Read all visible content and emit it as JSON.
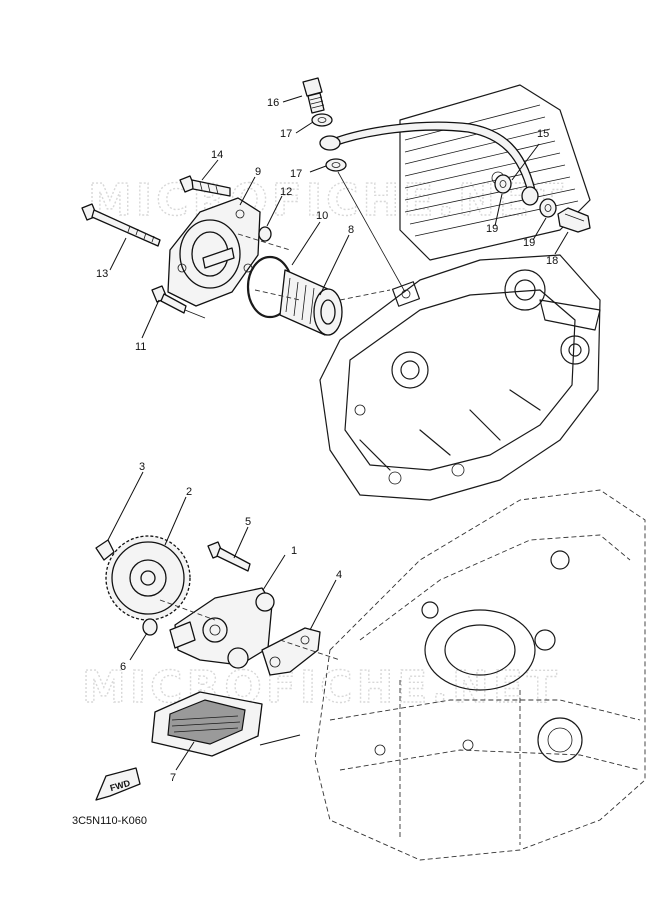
{
  "diagram": {
    "watermark": "MICROFICHE.NET",
    "drawing_code": "3C5N110-K060",
    "fwd_label": "FWD",
    "callouts": [
      {
        "id": "c1",
        "text": "1"
      },
      {
        "id": "c2",
        "text": "2"
      },
      {
        "id": "c3",
        "text": "3"
      },
      {
        "id": "c4",
        "text": "4"
      },
      {
        "id": "c5",
        "text": "5"
      },
      {
        "id": "c6",
        "text": "6"
      },
      {
        "id": "c7",
        "text": "7"
      },
      {
        "id": "c8",
        "text": "8"
      },
      {
        "id": "c9",
        "text": "9"
      },
      {
        "id": "c10",
        "text": "10"
      },
      {
        "id": "c11",
        "text": "11"
      },
      {
        "id": "c12",
        "text": "12"
      },
      {
        "id": "c13",
        "text": "13"
      },
      {
        "id": "c14",
        "text": "14"
      },
      {
        "id": "c15",
        "text": "15"
      },
      {
        "id": "c16",
        "text": "16"
      },
      {
        "id": "c17a",
        "text": "17"
      },
      {
        "id": "c17b",
        "text": "17"
      },
      {
        "id": "c18",
        "text": "18"
      },
      {
        "id": "c19a",
        "text": "19"
      },
      {
        "id": "c19b",
        "text": "19"
      }
    ]
  }
}
